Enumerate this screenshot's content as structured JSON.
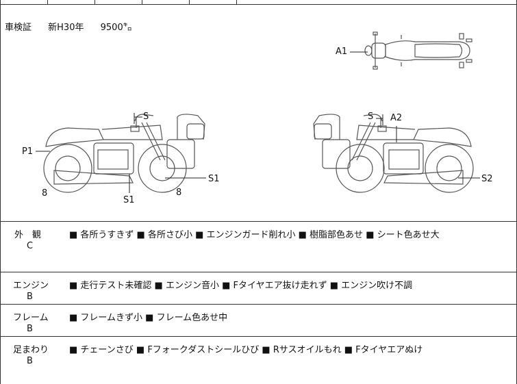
{
  "shaken": {
    "label": "車検証",
    "date": "新H30年",
    "mileage": "9500㌔"
  },
  "diagram_labels": {
    "a1": "A1",
    "a2": "A2",
    "p1": "P1",
    "s_left": "S",
    "s_right": "S",
    "s1_rear": "S1",
    "s1_bottom": "S1",
    "s2": "S2",
    "eight_left": "8",
    "eight_right": "8"
  },
  "conditions": [
    {
      "category": "外　観",
      "grade": "C",
      "notes": "■ 各所うすきず ■ 各所さび小 ■ エンジンガード削れ小 ■ 樹脂部色あせ ■ シート色あせ大"
    },
    {
      "category": "エンジン",
      "grade": "B",
      "notes": "■ 走行テスト未確認 ■ エンジン音小 ■ Fタイヤエア抜け走れず ■ エンジン吹け不調"
    },
    {
      "category": "フレーム",
      "grade": "B",
      "notes": "■ フレームきず小 ■ フレーム色あせ中"
    },
    {
      "category": "足まわり",
      "grade": "B",
      "notes": "■ チェーンさび ■ Fフォークダストシールひび ■ Rサスオイルもれ ■ Fタイヤエアぬけ"
    }
  ]
}
